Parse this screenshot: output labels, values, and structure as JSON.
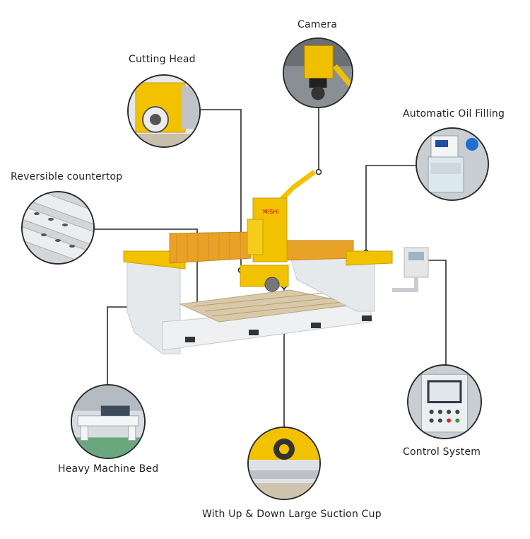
{
  "callouts": {
    "camera": "Camera",
    "cutting_head": "Cutting Head",
    "oil_filling": "Automatic Oil Filling",
    "countertop": "Reversible countertop",
    "machine_bed": "Heavy Machine Bed",
    "control_system": "Control System",
    "suction_cup": "With Up & Down Large Suction Cup"
  },
  "machine": {
    "brand": "MiSHi"
  },
  "colors": {
    "machine_yellow": "#f2c200",
    "bridge_orange": "#e8a326",
    "bed_white": "#eef0f2",
    "leader_line": "#2a2a2a"
  }
}
